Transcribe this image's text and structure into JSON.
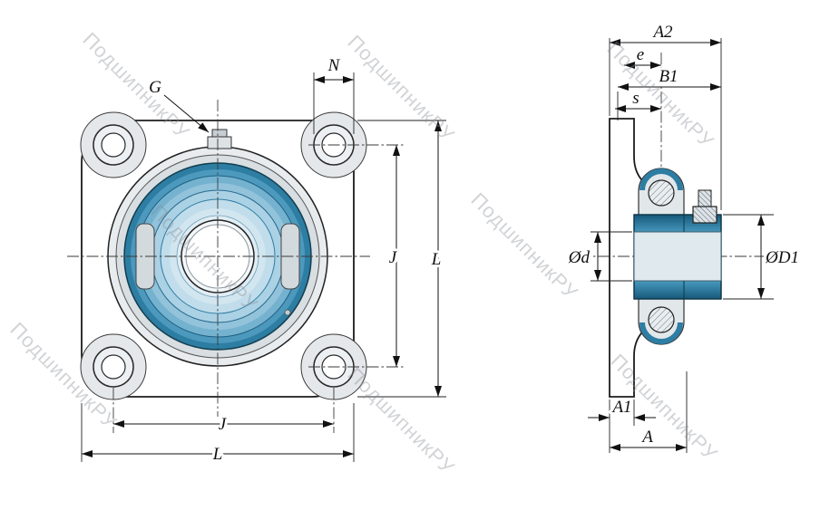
{
  "drawing": {
    "type": "flanged-bearing-unit-technical-drawing",
    "views": [
      "front-flange-view",
      "side-section-view"
    ]
  },
  "watermark": {
    "text": "ПодшипникРУ"
  },
  "front_view": {
    "labels": {
      "grease_fitting": "G",
      "hole_diameter": "N",
      "bolt_spacing_vertical": "J",
      "size_vertical": "L",
      "bolt_spacing_horizontal": "J",
      "size_horizontal": "L"
    }
  },
  "side_view": {
    "labels": {
      "a2": "A2",
      "e": "e",
      "b1": "B1",
      "s": "s",
      "bore_diameter": "Ød",
      "ring_outer_diameter": "ØD1",
      "a1": "A1",
      "a": "A"
    }
  },
  "colors": {
    "steel_light": "#eef1f3",
    "steel_mid": "#d3d9dd",
    "bearing_blue_dark": "#17597a",
    "bearing_blue": "#2e7da3",
    "bearing_blue_light": "#bddded",
    "outline": "#1c1c1c",
    "dimension": "#111111",
    "watermark": "#878d95"
  }
}
